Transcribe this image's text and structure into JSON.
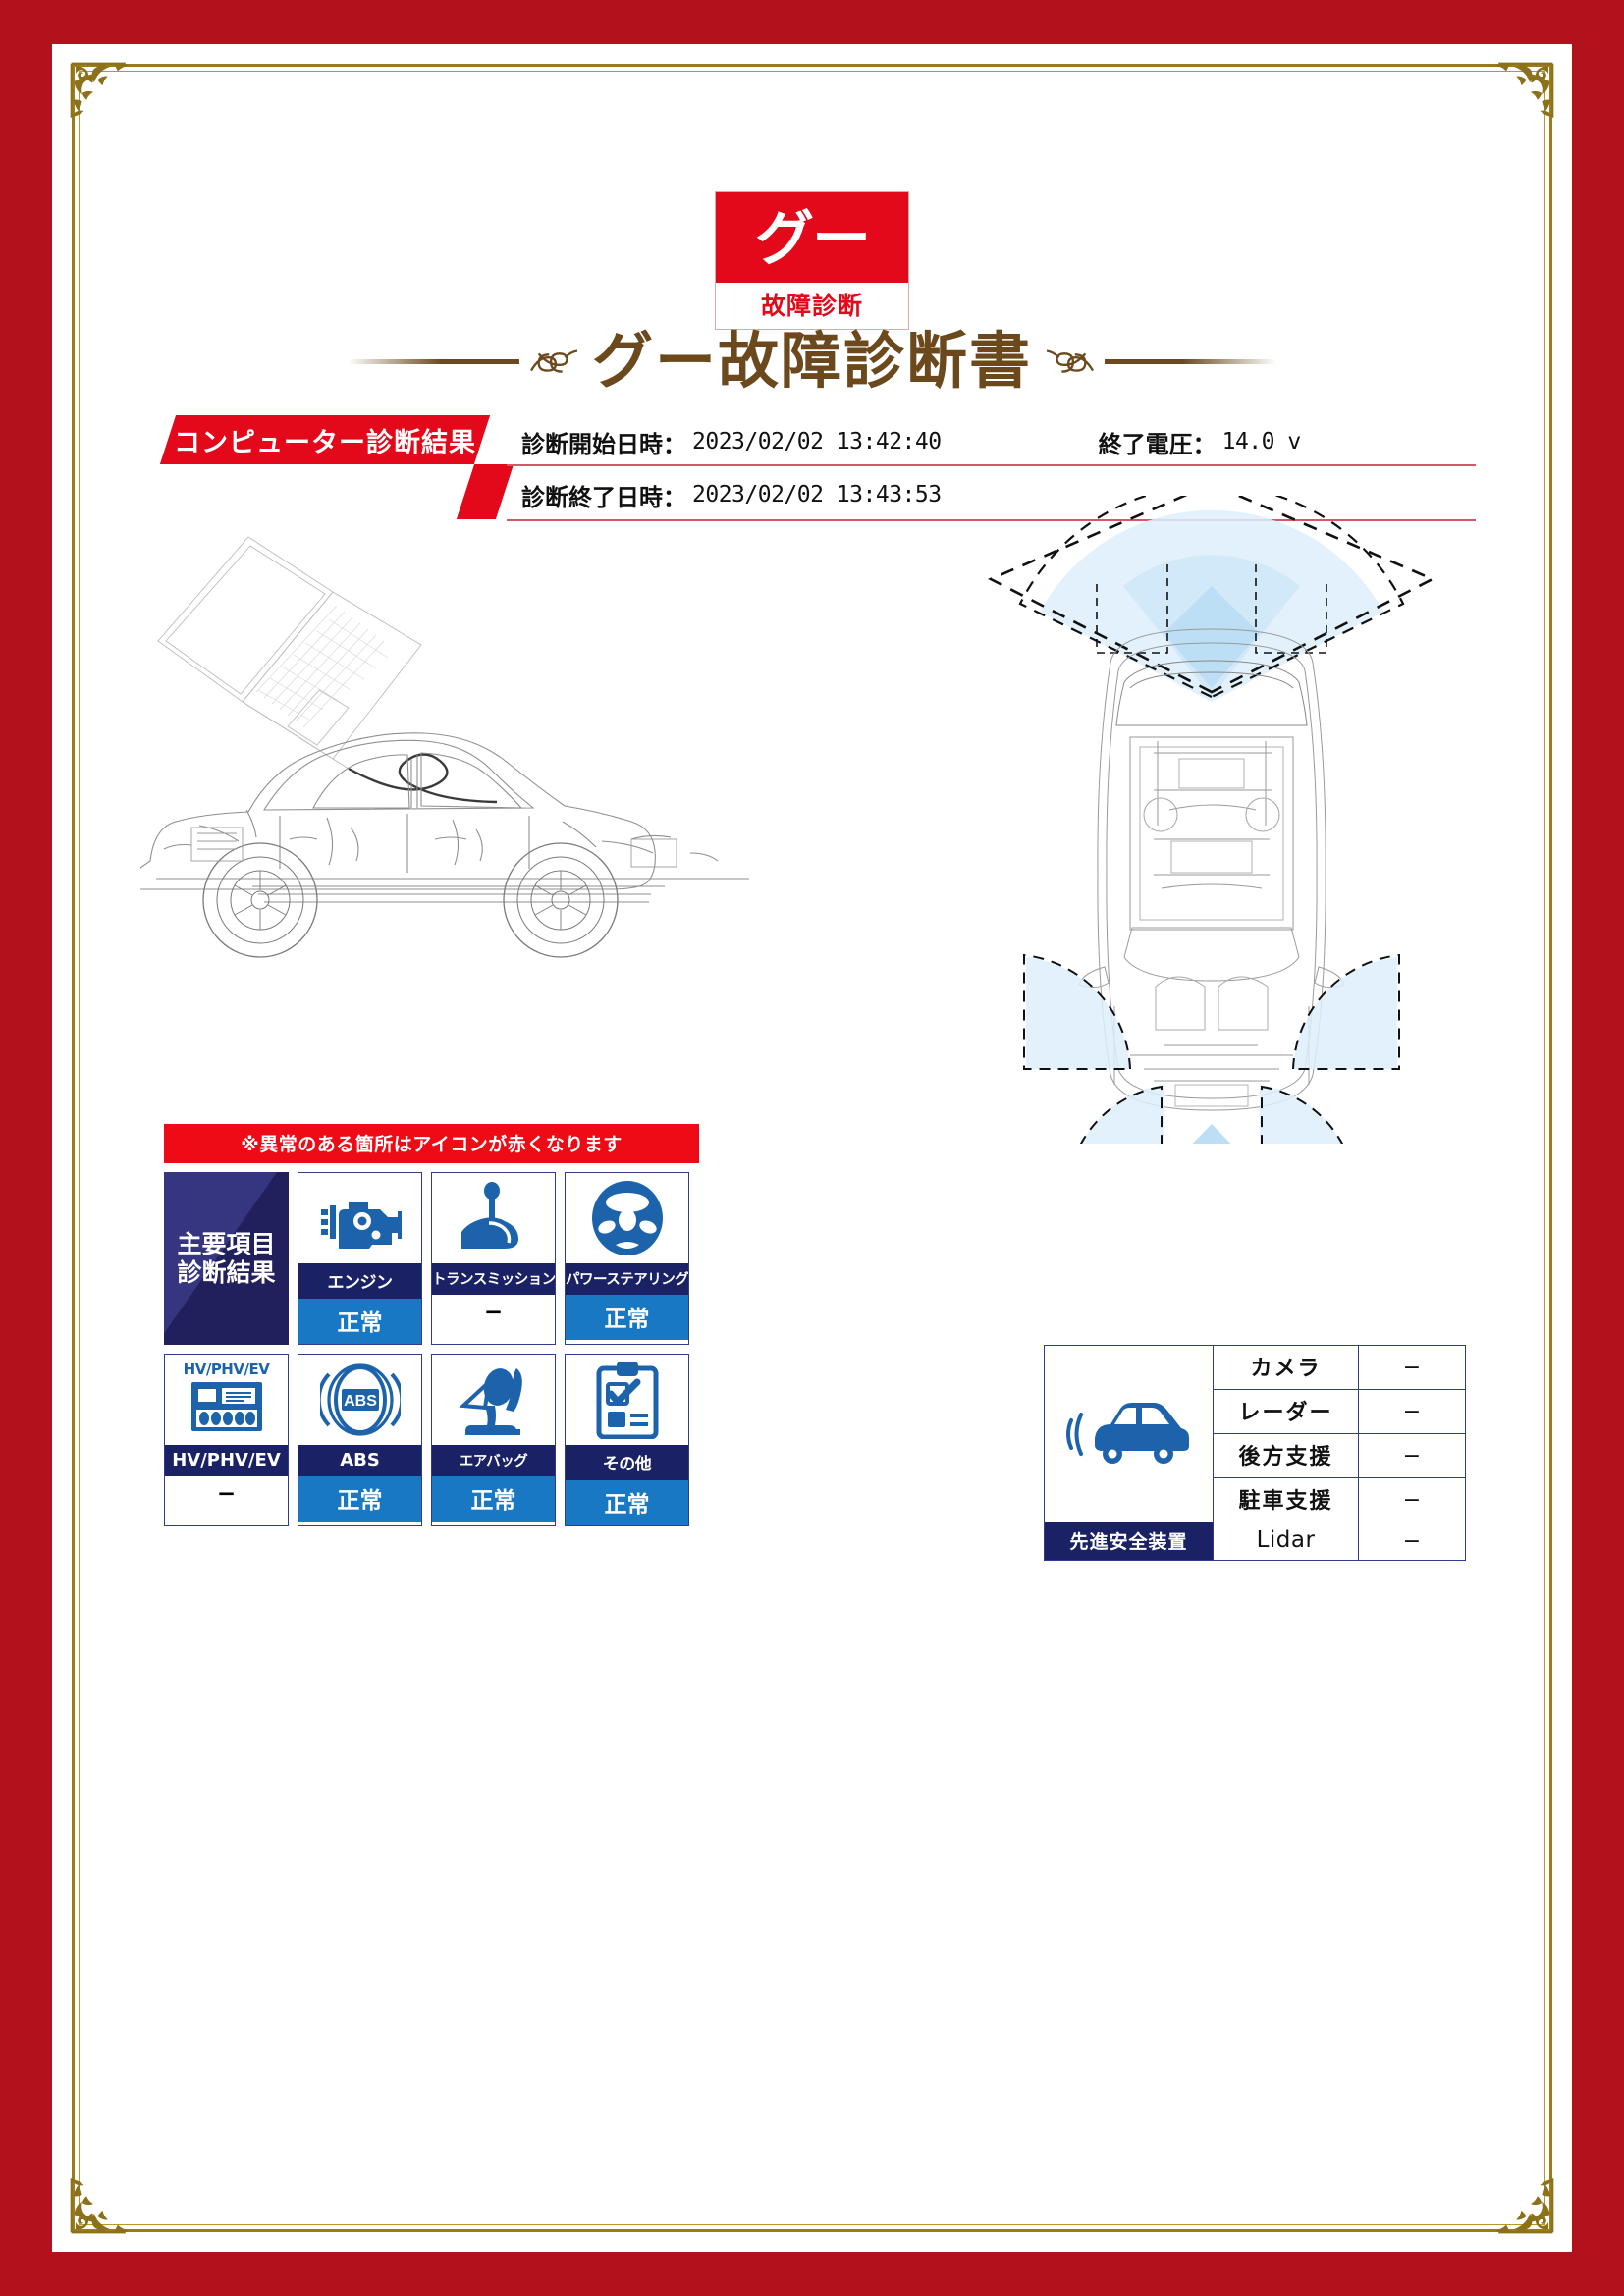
{
  "logo": {
    "brand": "グー",
    "subtitle": "故障診断"
  },
  "document": {
    "title": "グー故障診断書"
  },
  "diagnosis_header": {
    "banner": "コンピューター診断結果",
    "start_label": "診断開始日時：",
    "start_value": "2023/02/02 13:42:40",
    "end_label": "診断終了日時：",
    "end_value": "2023/02/02 13:43:53",
    "voltage_label": "終了電圧：",
    "voltage_value": "14.0 v"
  },
  "main_results": {
    "warning": "※異常のある箇所はアイコンが赤くなります",
    "panel_title_line1": "主要項目",
    "panel_title_line2": "診断結果",
    "hv_icon_caption": "HV/PHV/EV",
    "items": [
      {
        "icon": "engine-icon",
        "label": "エンジン",
        "status": "正常",
        "state": "ok"
      },
      {
        "icon": "transmission-icon",
        "label": "トランスミッション",
        "status": "−",
        "state": "na"
      },
      {
        "icon": "power-steering-icon",
        "label": "パワーステアリング",
        "status": "正常",
        "state": "ok"
      },
      {
        "icon": "hv-battery-icon",
        "label": "HV/PHV/EV",
        "status": "−",
        "state": "na"
      },
      {
        "icon": "abs-icon",
        "label": "ABS",
        "status": "正常",
        "state": "ok"
      },
      {
        "icon": "airbag-icon",
        "label": "エアバッグ",
        "status": "正常",
        "state": "ok"
      },
      {
        "icon": "clipboard-check-icon",
        "label": "その他",
        "status": "正常",
        "state": "ok"
      }
    ]
  },
  "safety_systems": {
    "group_label": "先進安全装置",
    "rows": [
      {
        "name": "カメラ",
        "value": "−"
      },
      {
        "name": "レーダー",
        "value": "−"
      },
      {
        "name": "後方支援",
        "value": "−"
      },
      {
        "name": "駐車支援",
        "value": "−"
      },
      {
        "name": "Lidar",
        "value": "−"
      }
    ]
  },
  "colors": {
    "page_border_red": "#b3111b",
    "gold": "#8d711a",
    "brand_red": "#e3081a",
    "title_brown": "#6b491c",
    "navy_label": "#1a2265",
    "status_blue": "#1878c4",
    "sensor_blue": "#d6ebf7"
  }
}
